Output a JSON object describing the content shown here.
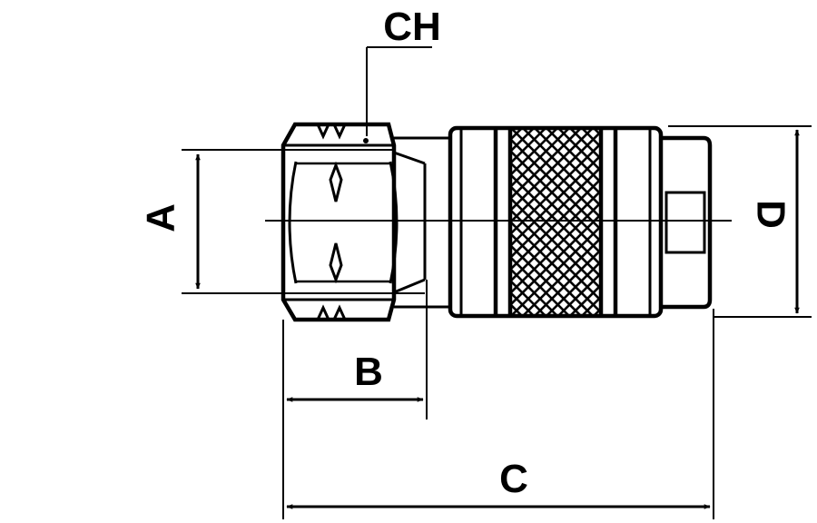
{
  "labels": {
    "ch": "CH",
    "a": "A",
    "b": "B",
    "c": "C",
    "d": "D"
  },
  "colors": {
    "line": "#000000",
    "background": "#ffffff"
  }
}
